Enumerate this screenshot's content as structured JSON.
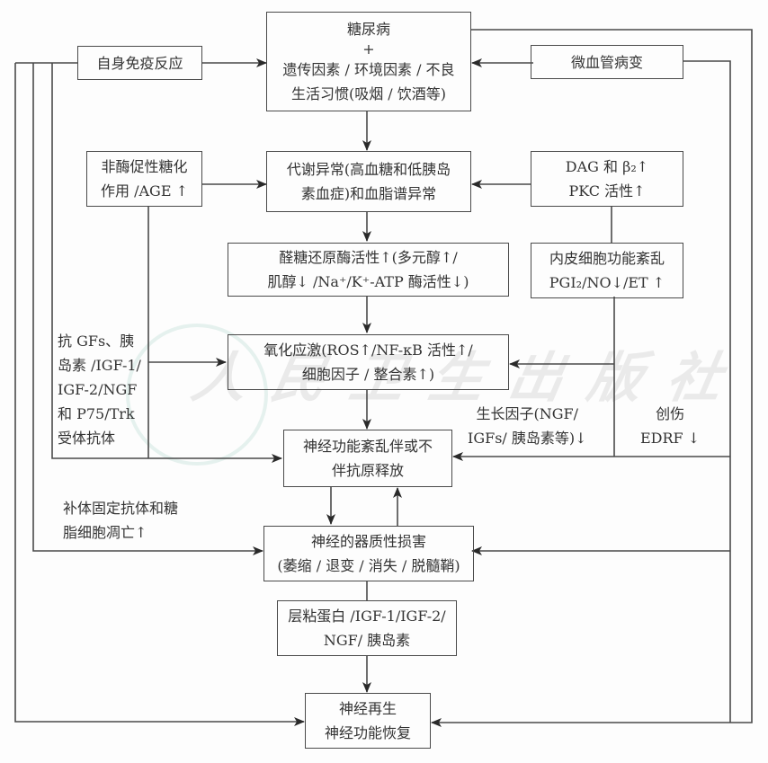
{
  "watermark": "人民卫生出版社",
  "boxes": {
    "diabetes": [
      "糖尿病",
      "+",
      "遗传因素 / 环境因素 / 不良",
      "生活习惯(吸烟 / 饮酒等)"
    ],
    "autoimmune": [
      "自身免疫反应"
    ],
    "microvascular": [
      "微血管病变"
    ],
    "age": [
      "非酶促性糖化",
      "作用 /AGE ↑"
    ],
    "metabolic": [
      "代谢异常(高血糖和低胰岛",
      "素血症)和血脂谱异常"
    ],
    "dag_pkc": [
      "DAG 和 β₂↑",
      "PKC 活性↑"
    ],
    "aldose": [
      "醛糖还原酶活性↑(多元醇↑/",
      "肌醇↓ /Na⁺/K⁺-ATP 酶活性↓)"
    ],
    "endothelial": [
      "内皮细胞功能紊乱",
      "PGI₂/NO↓/ET ↑"
    ],
    "oxidative": [
      "氧化应激(ROS↑/NF-κB 活性↑/",
      "细胞因子 / 整合素↑)"
    ],
    "dysfunction": [
      "神经功能紊乱伴或不",
      "伴抗原释放"
    ],
    "organic": [
      "神经的器质性损害",
      "(萎缩 / 退变 / 消失 / 脱髓鞘)"
    ],
    "laminin": [
      "层粘蛋白 /IGF-1/IGF-2/",
      "NGF/ 胰岛素"
    ],
    "regeneration": [
      "神经再生",
      "神经功能恢复"
    ]
  },
  "labels": {
    "antibodies": [
      "抗 GFs、胰",
      "岛素 /IGF-1/",
      "IGF-2/NGF",
      "和 P75/Trk",
      "受体抗体"
    ],
    "growth_factors": [
      "生长因子(NGF/",
      "IGFs/ 胰岛素等)↓"
    ],
    "trauma": [
      "创伤",
      "EDRF ↓"
    ],
    "complement": [
      "补体固定抗体和糖",
      "脂细胞凋亡↑"
    ]
  }
}
